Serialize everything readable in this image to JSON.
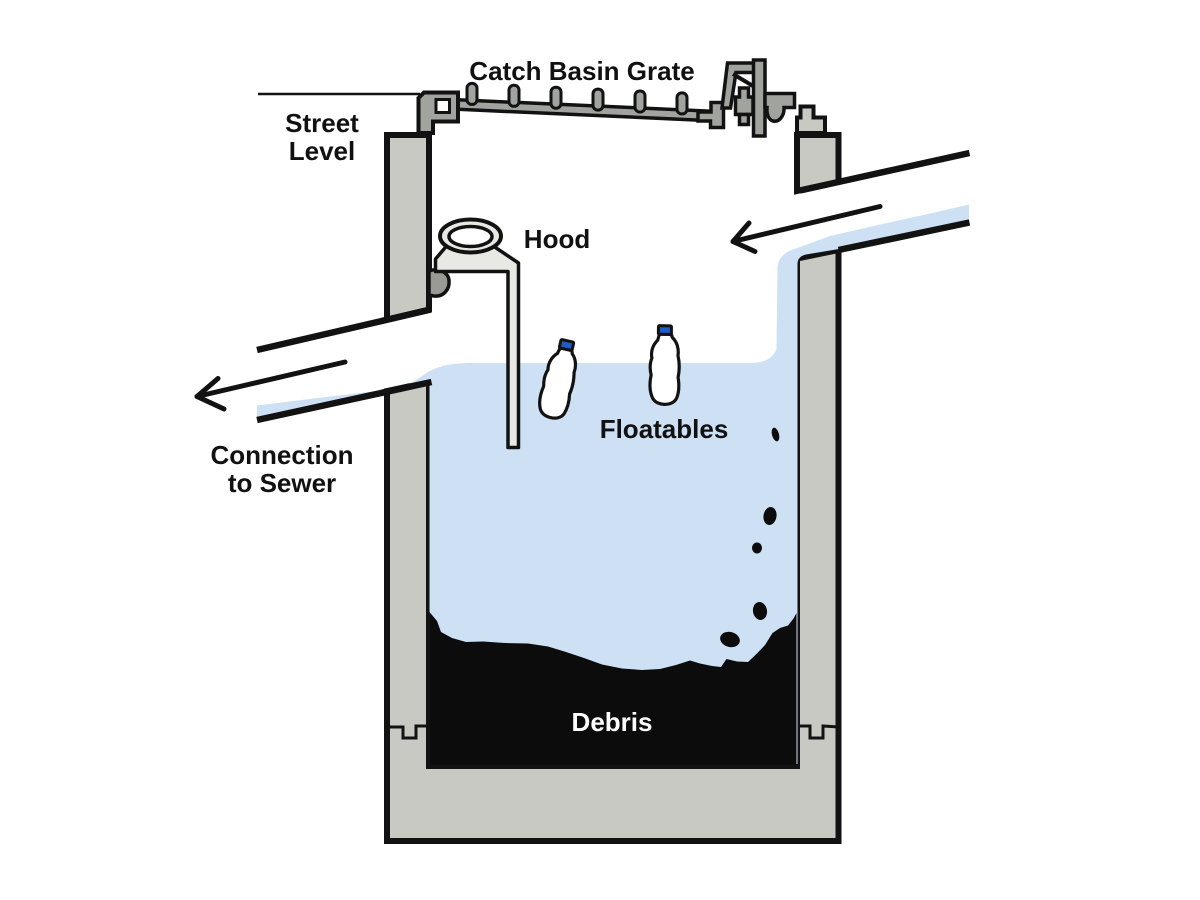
{
  "diagram": {
    "title": "Catch Basin Grate",
    "labels": {
      "street_level": {
        "line1": "Street",
        "line2": "Level"
      },
      "hood": "Hood",
      "floatables": "Floatables",
      "connection_to_sewer": {
        "line1": "Connection",
        "line2": "to Sewer"
      },
      "debris": "Debris"
    },
    "icons": {
      "inflow_arrow": "arrow-pointing-left-into-basin",
      "outflow_arrow": "arrow-pointing-left-out-to-sewer"
    },
    "objects": {
      "floating_bottles_count": 2,
      "sinking_particles_count": 5
    },
    "colors": {
      "background": "#ffffff",
      "wall": "#c9c9c4",
      "grate": "#a1a49e",
      "hood": "#e9e9e4",
      "hood_lug": "#9a9a95",
      "water": "#cde0f4",
      "debris": "#0c0c0c",
      "outline": "#121212",
      "bottle": "#ffffff",
      "bottle_cap": "#1d5ccb",
      "text": "#111111",
      "debris_text": "#ffffff"
    }
  }
}
